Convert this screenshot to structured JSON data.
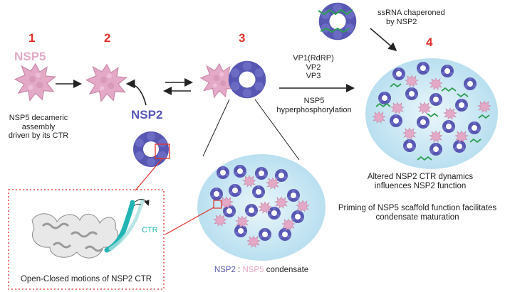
{
  "steps": {
    "s1": "1",
    "s2": "2",
    "s3": "3",
    "s4": "4"
  },
  "labels": {
    "nsp5": "NSP5",
    "nsp2": "NSP2",
    "nsp5_assembly": [
      "NSP5 decameric",
      "assembly",
      "driven by its CTR"
    ],
    "ssrna": [
      "ssRNA chaperoned",
      "by NSP2"
    ],
    "vp": [
      "VP1(RdRP)",
      "VP2",
      "VP3"
    ],
    "hyper": [
      "NSP5",
      "hyperphosphorylation"
    ],
    "ctr": "CTR",
    "inset_caption": "Open-Closed motions of NSP2 CTR",
    "condensate_nsp2": "NSP2",
    "condensate_sep": " : ",
    "condensate_nsp5": "NSP5",
    "condensate_word": " condensate",
    "altered": [
      "Altered NSP2 CTR dynamics",
      "influences NSP2 function"
    ],
    "priming": [
      "Priming of NSP5 scaffold function facilitates",
      "condensate maturation"
    ]
  },
  "colors": {
    "nsp5": "#e3a9c6",
    "nsp2": "#5757b3",
    "step_number": "#e0312b",
    "condensate_fill": "#cde9f5",
    "rna": "#2e9e55",
    "ctr": "#22b3b3"
  }
}
